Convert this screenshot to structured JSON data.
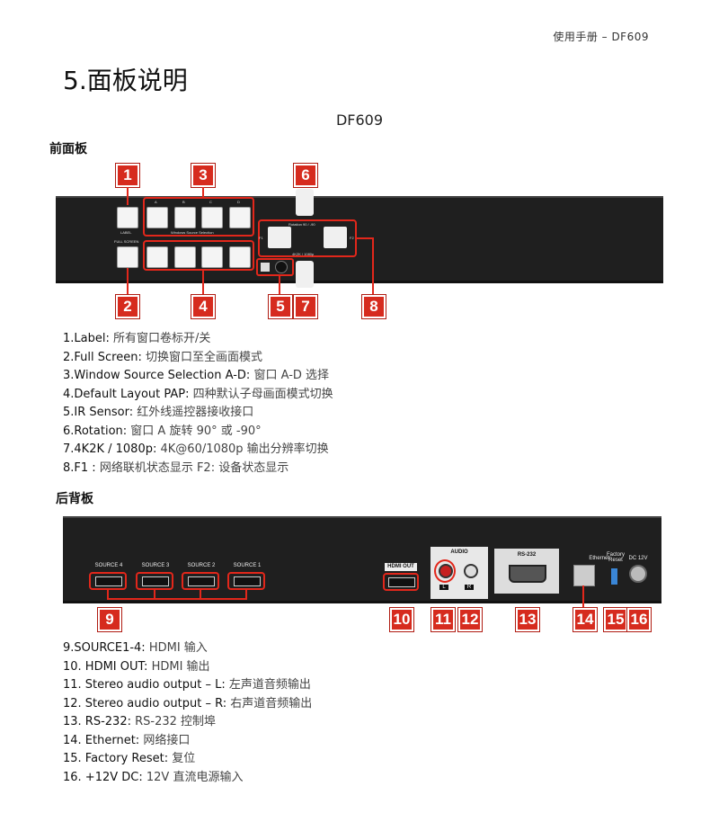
{
  "header": {
    "running_title": "使用手册 – DF609"
  },
  "page": {
    "title": "5.面板说明",
    "model": "DF609"
  },
  "front": {
    "heading": "前面板",
    "label_btn": "LABEL",
    "fullscreen_btn": "FULL SCREEN",
    "window_selection": "Windows Source Selection",
    "source_letters": [
      "A",
      "B",
      "C",
      "D"
    ],
    "rotation_lbl": "Rotation 90 / -90",
    "res_lbl": "4K2K / 1080p",
    "f1": "F1",
    "f2": "F2",
    "items": [
      {
        "num": "1",
        "en": "1.Label:",
        "cn": "所有窗口卷标开/关"
      },
      {
        "num": "2",
        "en": "2.Full Screen:",
        "cn": "切换窗口至全画面模式"
      },
      {
        "num": "3",
        "en": "3.Window Source Selection A-D:",
        "cn": "窗口 A-D 选择"
      },
      {
        "num": "4",
        "en": "4.Default Layout PAP:",
        "cn": "四种默认子母画面模式切换"
      },
      {
        "num": "5",
        "en": "5.IR Sensor:",
        "cn": "红外线遥控器接收接口"
      },
      {
        "num": "6",
        "en": "6.Rotation:",
        "cn": "窗口 A 旋转  90°  或  -90°"
      },
      {
        "num": "7",
        "en": "7.4K2K / 1080p:",
        "cn": "4K@60/1080p 输出分辨率切换"
      },
      {
        "num": "8",
        "en": "8.F1 :",
        "cn": "网络联机状态显示   F2:  设备状态显示"
      }
    ]
  },
  "rear": {
    "heading": "后背板",
    "sources": [
      "SOURCE 4",
      "SOURCE 3",
      "SOURCE 2",
      "SOURCE 1"
    ],
    "hdmi_out": "HDMI OUT",
    "audio": "AUDIO",
    "audio_l": "L",
    "audio_r": "R",
    "rs232": "RS-232",
    "ethernet": "Ethernet",
    "factory": "Factory Reset",
    "dc": "DC 12V",
    "items": [
      {
        "num": "9",
        "en": "9.SOURCE1-4:",
        "cn": "HDMI 输入"
      },
      {
        "num": "10",
        "en": "10. HDMI OUT:",
        "cn": "HDMI  输出"
      },
      {
        "num": "11",
        "en": "11. Stereo audio output – L:",
        "cn": "左声道音频输出"
      },
      {
        "num": "12",
        "en": "12. Stereo audio output – R:",
        "cn": "右声道音频输出"
      },
      {
        "num": "13",
        "en": "13. RS-232:",
        "cn": "RS-232 控制埠"
      },
      {
        "num": "14",
        "en": "14. Ethernet:",
        "cn": "网络接口"
      },
      {
        "num": "15",
        "en": "15. Factory Reset:",
        "cn": "复位"
      },
      {
        "num": "16",
        "en": "16. +12V DC:",
        "cn": "12V 直流电源输入"
      }
    ]
  },
  "colors": {
    "accent": "#e2271b",
    "panel": "#1f1f1f"
  }
}
